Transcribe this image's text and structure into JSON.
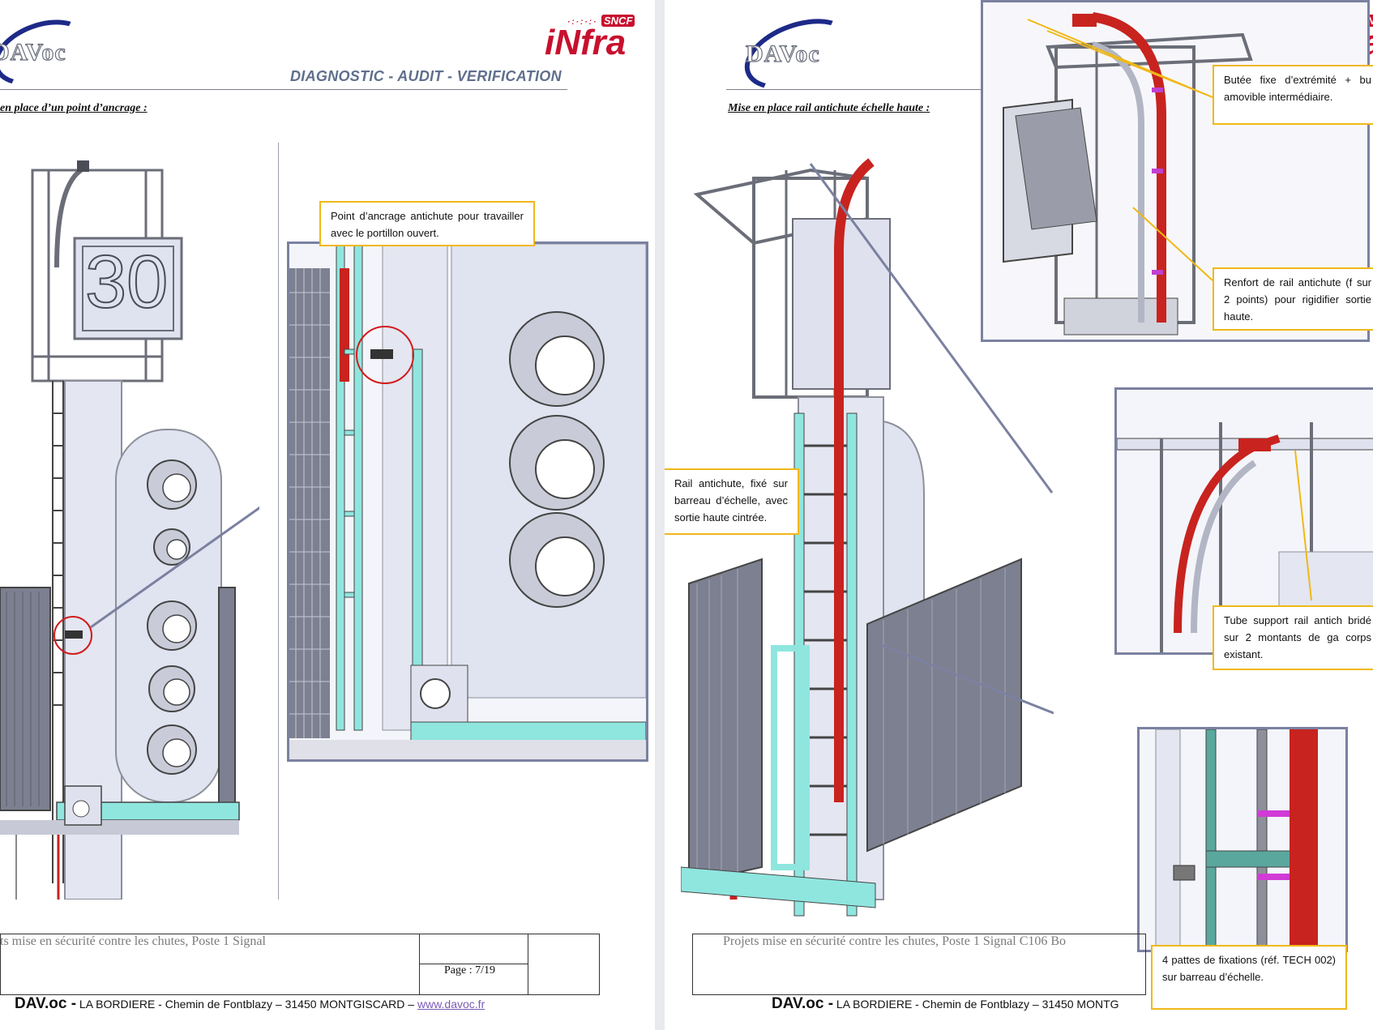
{
  "left_page": {
    "header_subtitle": "DIAGNOSTIC - AUDIT - VERIFICATION",
    "logo_word": "DAVoc",
    "infra_word": "iNfra",
    "sncf_word": "SNCF",
    "section_title": "en place d’un point d’ancrage :",
    "sign_number": "30",
    "callout": "Point d’ancrage antichute pour travailler avec le portillon ouvert.",
    "footer_project": "ts mise en sécurité contre les chutes, Poste 1 Signal",
    "page_number": "Page : 7/19",
    "footer_brand": "DAV.oc -",
    "footer_address": "LA BORDIERE - Chemin de Fontblazy – 31450 MONTGISCARD –",
    "footer_link": "www.davoc.fr"
  },
  "right_page": {
    "logo_word": "DAVoc",
    "infra_word": "iNfra",
    "sncf_word": "SNCF",
    "section_title": "Mise en place rail antichute échelle haute :",
    "callout_rail": "Rail antichute, fixé sur barreau d’échelle, avec sortie haute cintrée.",
    "callout_butee": "Butée fixe d’extrémité + bu amovible intermédiaire.",
    "callout_renfort": "Renfort de rail antichute (f sur 2 points) pour rigidifier sortie haute.",
    "callout_tube": "Tube support rail antich bridé sur 2 montants de ga corps existant.",
    "callout_pattes": "4 pattes de fixations (réf. TECH 002) sur barreau d’échelle.",
    "footer_project": "Projets mise en sécurité contre les chutes, Poste 1 Signal C106 Bo",
    "footer_brand": "DAV.oc -",
    "footer_address": "LA BORDIERE - Chemin de Fontblazy – 31450 MONTG"
  },
  "colors": {
    "header_text": "#5f6f8c",
    "callout_border": "#f0b818",
    "frame_border": "#7b81a0",
    "rail_red": "#c8231f",
    "cyan": "#8fe6df",
    "infra_red": "#c8102e",
    "davoc_blue": "#1d2a88"
  }
}
